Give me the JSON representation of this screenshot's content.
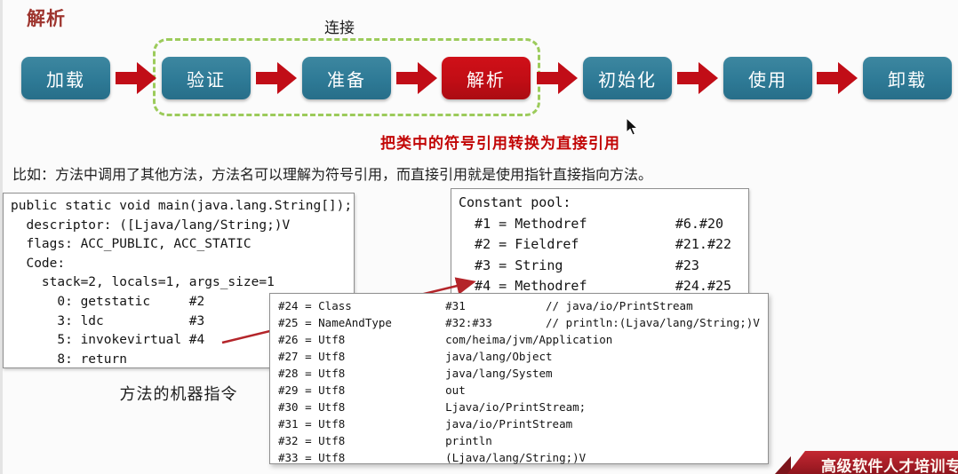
{
  "page": {
    "title": "解析"
  },
  "flow": {
    "group_label": "连接",
    "stages": [
      {
        "label": "加载",
        "highlight": false
      },
      {
        "label": "验证",
        "highlight": false
      },
      {
        "label": "准备",
        "highlight": false
      },
      {
        "label": "解析",
        "highlight": true
      },
      {
        "label": "初始化",
        "highlight": false
      },
      {
        "label": "使用",
        "highlight": false
      },
      {
        "label": "卸载",
        "highlight": false
      }
    ],
    "note": "把类中的符号引用转换为直接引用"
  },
  "description": "比如：方法中调用了其他方法，方法名可以理解为符号引用，而直接引用就是使用指针直接指向方法。",
  "bytecode_panel": {
    "lines": [
      "public static void main(java.lang.String[]);",
      "  descriptor: ([Ljava/lang/String;)V",
      "  flags: ACC_PUBLIC, ACC_STATIC",
      "  Code:",
      "    stack=2, locals=1, args_size=1",
      "      0: getstatic     #2",
      "      3: ldc           #3",
      "      5: invokevirtual #4",
      "      8: return"
    ],
    "caption": "方法的机器指令"
  },
  "constant_pool_panel": {
    "lines": [
      "Constant pool:",
      "  #1 = Methodref           #6.#20",
      "  #2 = Fieldref            #21.#22",
      "  #3 = String              #23",
      "  #4 = Methodref           #24.#25"
    ]
  },
  "constant_pool_detail": {
    "lines": [
      "#24 = Class              #31            // java/io/PrintStream",
      "#25 = NameAndType        #32:#33        // println:(Ljava/lang/String;)V",
      "#26 = Utf8               com/heima/jvm/Application",
      "#27 = Utf8               java/lang/Object",
      "#28 = Utf8               java/lang/System",
      "#29 = Utf8               out",
      "#30 = Utf8               Ljava/io/PrintStream;",
      "#31 = Utf8               java/io/PrintStream",
      "#32 = Utf8               println",
      "#33 = Utf8               (Ljava/lang/String;)V"
    ]
  },
  "footer": {
    "brand": "高级软件人才培训专"
  },
  "colors": {
    "stage_teal": "#2e7a96",
    "stage_red": "#c10d15",
    "arrow_red": "#c10d17",
    "note_red": "#c20505",
    "dashed_green": "#9ccb5b",
    "banner_red": "#a01b24"
  }
}
